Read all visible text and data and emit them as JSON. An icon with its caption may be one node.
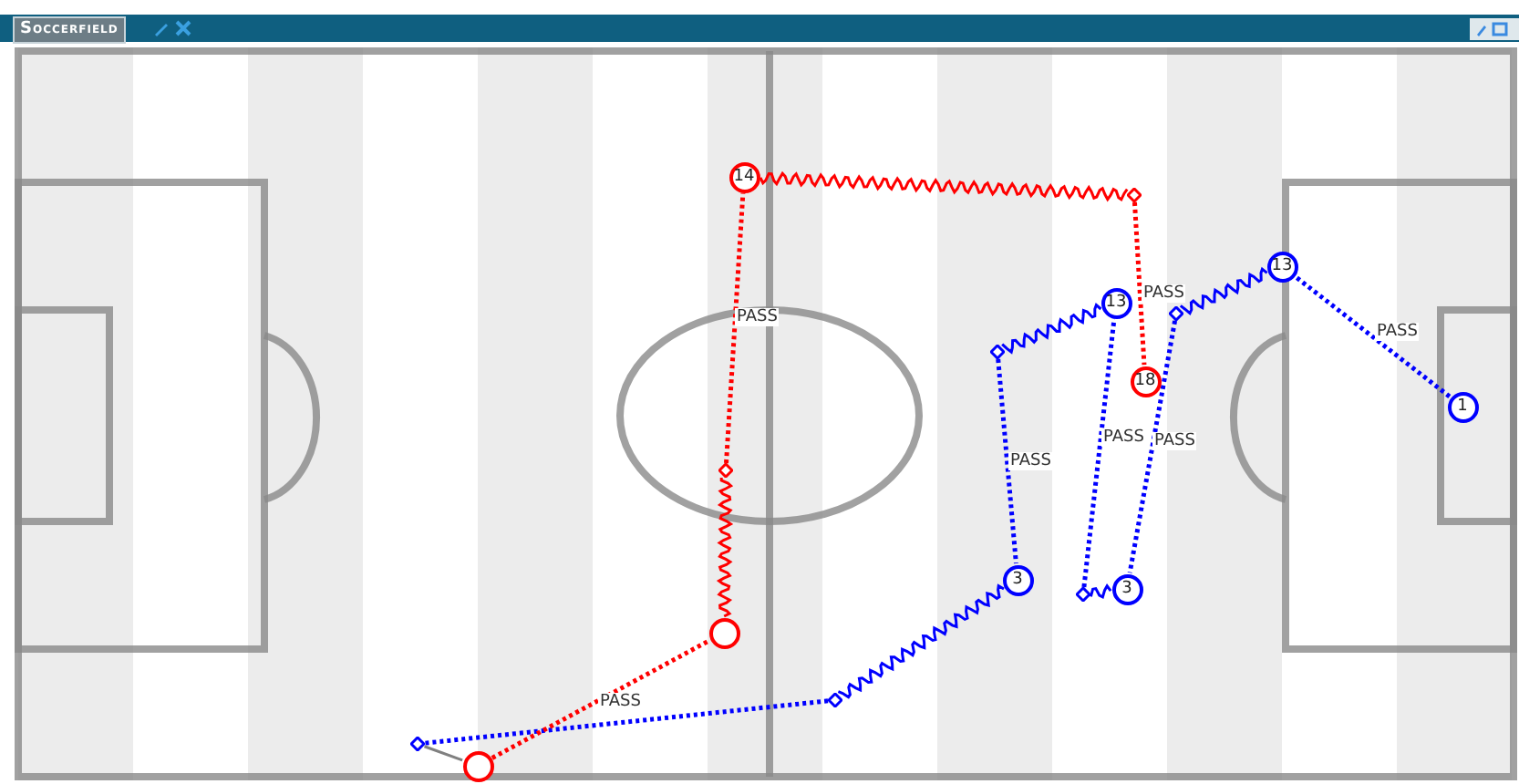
{
  "diagram": {
    "title": "Soccerfield",
    "nodes": [
      {
        "text": [
          "14"
        ]
      },
      {
        "text": [],
        "shape": "diamond"
      },
      {
        "text": [
          "13"
        ]
      },
      {
        "text": [
          "13"
        ]
      },
      {
        "text": [],
        "shape": "diamond"
      },
      {
        "text": [],
        "shape": "diamond"
      },
      {
        "text": [
          "18"
        ]
      },
      {
        "text": [
          "1"
        ]
      },
      {
        "text": [],
        "shape": "diamond"
      },
      {
        "text": [
          "3"
        ]
      },
      {
        "text": [
          "3"
        ]
      },
      {
        "text": [],
        "shape": "diamond"
      },
      {
        "text": [],
        "shape": "circle"
      },
      {
        "text": [],
        "shape": "diamond"
      },
      {
        "text": [],
        "shape": "diamond"
      },
      {
        "text": [],
        "shape": "circle"
      }
    ],
    "edges": [
      {
        "from": 7,
        "to": 2,
        "arrow": "none",
        "style": "dashed",
        "label": "PASS"
      },
      {
        "from": 2,
        "to": 4,
        "arrow": "none"
      },
      {
        "from": 4,
        "to": 10,
        "arrow": "none",
        "style": "dashed",
        "label": "PASS"
      },
      {
        "from": 10,
        "to": 11,
        "arrow": "none"
      },
      {
        "from": 11,
        "to": 3,
        "arrow": "none",
        "style": "dashed",
        "label": "PASS"
      },
      {
        "from": 3,
        "to": 5,
        "arrow": "none"
      },
      {
        "from": 5,
        "to": 9,
        "arrow": "none",
        "style": "dashed",
        "label": "PASS"
      },
      {
        "from": 9,
        "to": 13,
        "arrow": "none"
      },
      {
        "from": 13,
        "to": 14,
        "arrow": "none",
        "style": "dashed",
        "label": "PASS"
      },
      {
        "from": 15,
        "to": 12,
        "arrow": "none",
        "style": "dashed",
        "color": "#ff0000"
      },
      {
        "from": 12,
        "to": 8,
        "arrow": "none",
        "color": "#ff0000"
      },
      {
        "from": 8,
        "to": 0,
        "arrow": "none",
        "style": "dashed",
        "color": "#ff0000",
        "label": "PASS"
      },
      {
        "from": 0,
        "to": 1,
        "arrow": "none",
        "color": "#ff0000"
      },
      {
        "from": 1,
        "to": 6,
        "arrow": "none",
        "style": "dashed",
        "color": "#ff0000",
        "label": "PASS"
      },
      {
        "from": 14,
        "to": 15,
        "arrow": "none",
        "color": "#808080"
      }
    ]
  }
}
